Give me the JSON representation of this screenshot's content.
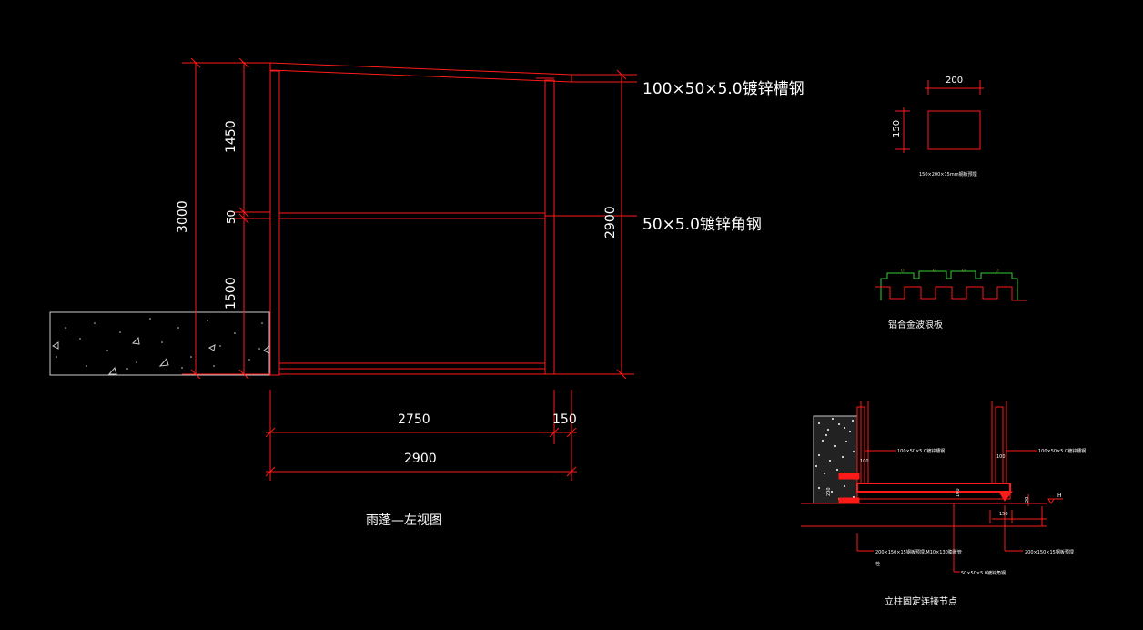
{
  "colors": {
    "background": "#000000",
    "outline": "#ff1a1a",
    "text": "#ffffff",
    "green": "#33cc33",
    "concrete": "#cccccc"
  },
  "left_view": {
    "dims": {
      "total_height": "3000",
      "top_height": "1450",
      "middle_height": "50",
      "bottom_height": "1500",
      "right_height": "2900",
      "span_main": "2750",
      "span_side": "150",
      "span_total": "2900"
    },
    "labels": {
      "channel_steel": "100×50×5.0镀锌槽钢",
      "angle_steel": "50×5.0镀锌角钢"
    },
    "title": "雨蓬—左视图"
  },
  "plate_detail": {
    "width": "200",
    "height": "150",
    "caption": "150×200×15mm钢板预埋"
  },
  "panel_detail": {
    "caption": "铝合金波浪板"
  },
  "node_detail": {
    "labels": {
      "channel_left": "100×50×5.0镀锌槽钢",
      "channel_right": "100×50×5.0镀锌槽钢",
      "plate_embed": "200×150×15钢板预埋,M10×130膨胀管",
      "plate_embed_cont": "栓",
      "angle_steel": "50×50×5.0镀锌角钢",
      "plate_right": "200×150×15钢板预埋",
      "dim_100_left": "100",
      "dim_100_right": "100",
      "dim_100_mid": "100",
      "dim_150": "150",
      "dim_200": "200",
      "dim_20": "20",
      "level": "H"
    },
    "title": "立柱固定连接节点"
  }
}
